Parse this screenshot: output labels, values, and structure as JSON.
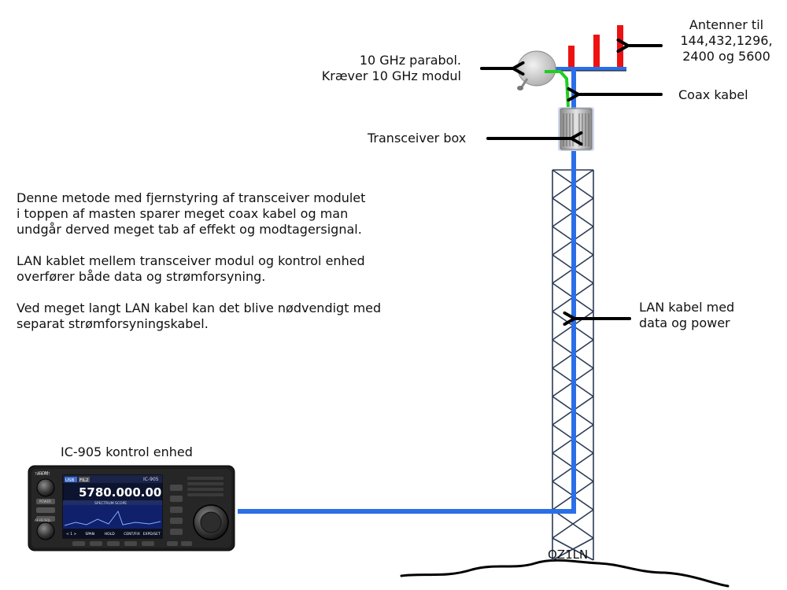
{
  "labels": {
    "antennas": "Antenner til\n144,432,1296,\n2400 og 5600",
    "dish": "10 GHz parabol.\nKræver 10 GHz modul",
    "coax": "Coax kabel",
    "transceiver_box": "Transceiver box",
    "lan_cable": "LAN kabel med\ndata og power",
    "control_unit": "IC-905 kontrol enhed",
    "signature": "OZ1LN"
  },
  "description": [
    "Denne metode med fjernstyring af transceiver modulet\ni toppen af masten sparer meget coax kabel og man\nundgår derved meget tab af effekt og modtagersignal.",
    "LAN kablet mellem transceiver modul og kontrol enhed\noverfører både data og strømforsyning.",
    "Ved meget langt LAN kabel kan det blive nødvendigt med\nseparat strømforsyningskabel."
  ],
  "radio": {
    "brand": "ICOM",
    "model": "IC-905",
    "frequency": "5780.000.00",
    "mode": "USB",
    "filter": "FIL2",
    "scope_title": "SPECTRUM SCOPE",
    "softkeys": [
      "< 1 >",
      "SPAN",
      "HOLD",
      "CENT/FIX",
      "EXPD/SET"
    ],
    "left_keys": [
      "TWIN PBT",
      "POWER",
      "AF·RF/SQL"
    ]
  },
  "colors": {
    "lan_cable": "#2a6fe8",
    "coax": "#22cc22",
    "antenna": "#ee1111",
    "mast": "#2b3a55"
  }
}
